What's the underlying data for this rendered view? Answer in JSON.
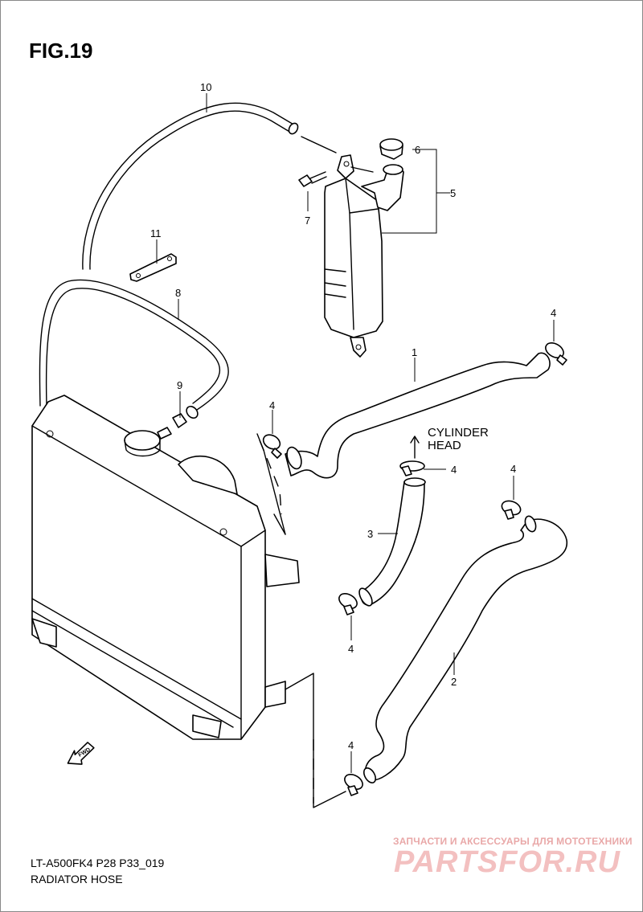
{
  "figure": {
    "title": "FIG.19",
    "code": "LT-A500FK4 P28 P33_019",
    "caption": "RADIATOR HOSE"
  },
  "direction_label": {
    "line1": "CYLINDER",
    "line2": "HEAD",
    "fwd": "FWD"
  },
  "callouts": [
    "10",
    "6",
    "5",
    "7",
    "11",
    "8",
    "4",
    "1",
    "9",
    "4",
    "4",
    "3",
    "4",
    "4",
    "2",
    "4"
  ],
  "watermark": {
    "tagline": "ЗАПЧАСТИ И АКСЕССУАРЫ ДЛЯ МОТОТЕХНИКИ",
    "logo": "PARTSFOR.RU",
    "color": "#e08080"
  }
}
